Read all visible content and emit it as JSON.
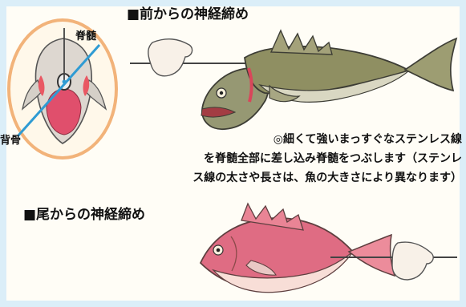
{
  "labels": {
    "spinal_cord": "脊髄",
    "backbone": "背骨"
  },
  "sections": {
    "head": {
      "title": "■前からの神経締め"
    },
    "tail": {
      "title": "■尾からの神経締め"
    }
  },
  "description": {
    "line1": "◎細くて強いまっすぐなステンレス線",
    "line2": "を脊髄全部に差し込み脊髄をつぶします（ステンレ",
    "line3": "ス線の太さや長さは、魚の大きさにより異なります）"
  },
  "colors": {
    "border": "#dbeef8",
    "paper": "#fffdf6",
    "cross_section_ring": "#f2b37a",
    "wire": "#2f9bd3",
    "sea_bass": "#8f8f62",
    "sea_bream": "#df5f75",
    "text": "#111111"
  }
}
